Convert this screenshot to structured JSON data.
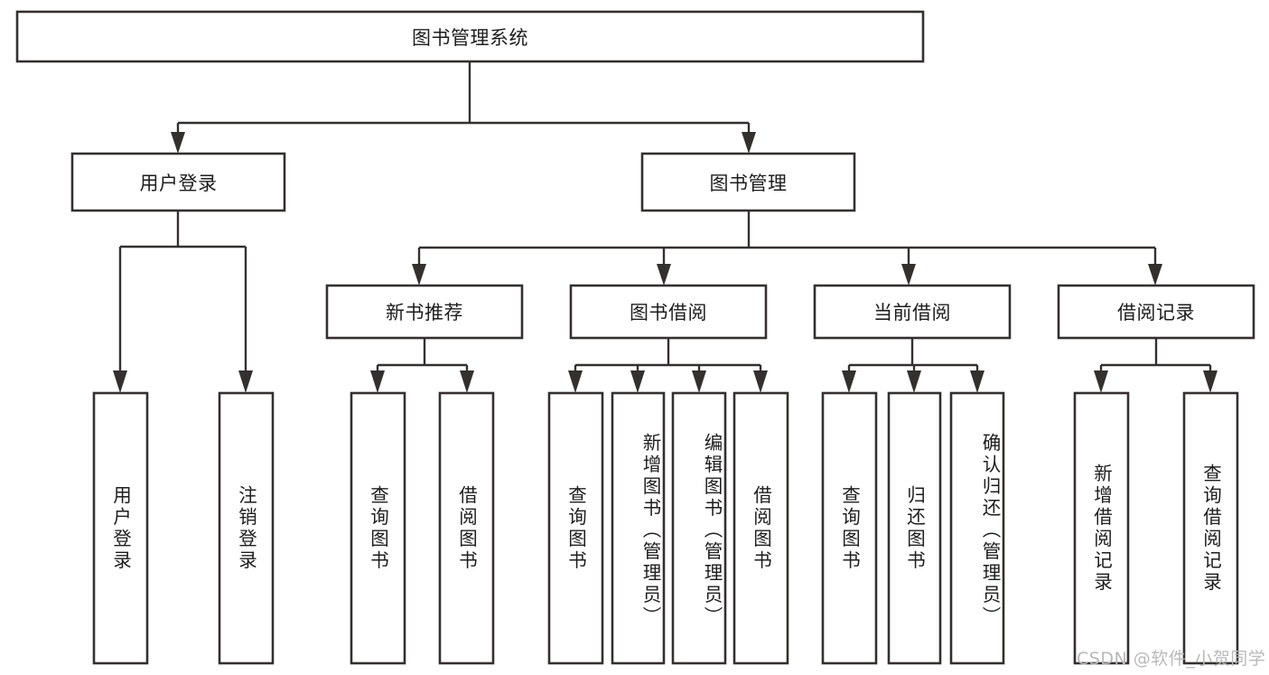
{
  "diagram": {
    "type": "tree",
    "title": "图书管理系统",
    "root": {
      "id": "root",
      "label": "图书管理系统"
    },
    "level1": [
      {
        "id": "user-login",
        "label": "用户登录"
      },
      {
        "id": "book-management",
        "label": "图书管理"
      }
    ],
    "level2": [
      {
        "id": "new-book-recommend",
        "label": "新书推荐",
        "parent": "book-management"
      },
      {
        "id": "book-borrow",
        "label": "图书借阅",
        "parent": "book-management"
      },
      {
        "id": "current-borrow",
        "label": "当前借阅",
        "parent": "book-management"
      },
      {
        "id": "borrow-record",
        "label": "借阅记录",
        "parent": "book-management"
      }
    ],
    "leaves": [
      {
        "id": "leaf-user-login",
        "label": "用户登录",
        "parent": "user-login"
      },
      {
        "id": "leaf-user-logout",
        "label": "注销登录",
        "parent": "user-login"
      },
      {
        "id": "leaf-query-book-1",
        "label": "查询图书",
        "parent": "new-book-recommend"
      },
      {
        "id": "leaf-borrow-book-1",
        "label": "借阅图书",
        "parent": "new-book-recommend"
      },
      {
        "id": "leaf-query-book-2",
        "label": "查询图书",
        "parent": "book-borrow"
      },
      {
        "id": "leaf-add-book",
        "label": "新增图书（管理员）",
        "parent": "book-borrow"
      },
      {
        "id": "leaf-edit-book",
        "label": "编辑图书（管理员）",
        "parent": "book-borrow"
      },
      {
        "id": "leaf-borrow-book-2",
        "label": "借阅图书",
        "parent": "book-borrow"
      },
      {
        "id": "leaf-query-book-3",
        "label": "查询图书",
        "parent": "current-borrow"
      },
      {
        "id": "leaf-return-book",
        "label": "归还图书",
        "parent": "current-borrow"
      },
      {
        "id": "leaf-confirm-return",
        "label": "确认归还（管理员）",
        "parent": "current-borrow"
      },
      {
        "id": "leaf-add-record",
        "label": "新增借阅记录",
        "parent": "borrow-record"
      },
      {
        "id": "leaf-query-record",
        "label": "查询借阅记录",
        "parent": "borrow-record"
      }
    ]
  },
  "watermark": {
    "text": "CSDN @软件_小贺同学"
  },
  "colors": {
    "background": "#ffffff",
    "box_fill": "#ffffff",
    "box_stroke": "#33302f",
    "connector": "#33302f",
    "text": "#1d1d1d",
    "watermark": "#b9b9b9"
  }
}
